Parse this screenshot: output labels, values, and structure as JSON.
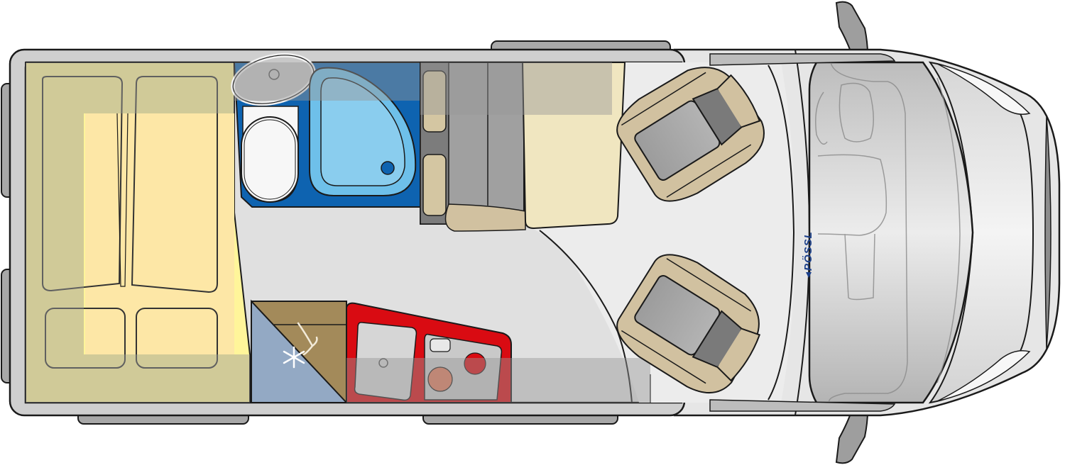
{
  "diagram": {
    "type": "campervan-floor-plan",
    "orientation": "top-down, front of vehicle on the right",
    "brand_logo": "PÖSSL",
    "zones": [
      {
        "id": "rear-bed",
        "label": "Rear double bed",
        "icon": "bed-icon"
      },
      {
        "id": "bathroom",
        "label": "Wet room with toilet, washbasin and shower tray",
        "icon": "shower-icon"
      },
      {
        "id": "wardrobe",
        "label": "Wardrobe",
        "icon": "hanger-icon"
      },
      {
        "id": "fridge",
        "label": "Refrigerator",
        "icon": "snowflake-icon"
      },
      {
        "id": "kitchen",
        "label": "Kitchen with sink and 2-burner hob",
        "icon": "hob-icon"
      },
      {
        "id": "dinette",
        "label": "Bench seat and table",
        "icon": "table-icon"
      },
      {
        "id": "cab-seats",
        "label": "Swivel driver and passenger seats",
        "icon": "seat-icon"
      },
      {
        "id": "cab",
        "label": "Driver cab with dashboard",
        "icon": "dashboard-icon"
      }
    ]
  },
  "colors": {
    "outline": "#1a1a1a",
    "body": "#cfcfcf",
    "floor": "#e2e2e2",
    "bed": "#fde7a6",
    "bed_light": "#fff59a",
    "bath_blue": "#0e63b0",
    "shower": "#7fc4e8",
    "kitchen_red": "#d90b12",
    "wardrobe": "#a38a5a",
    "fridge": "#93a9c4",
    "table": "#f0e6c0",
    "seat_beige": "#d1c1a0",
    "seat_grey": "#a0a0a0",
    "seat_dark": "#7a7a7a",
    "logo_blue": "#1b3f8a",
    "overhead_cabinet": "rgba(150,150,150,0.45)"
  }
}
